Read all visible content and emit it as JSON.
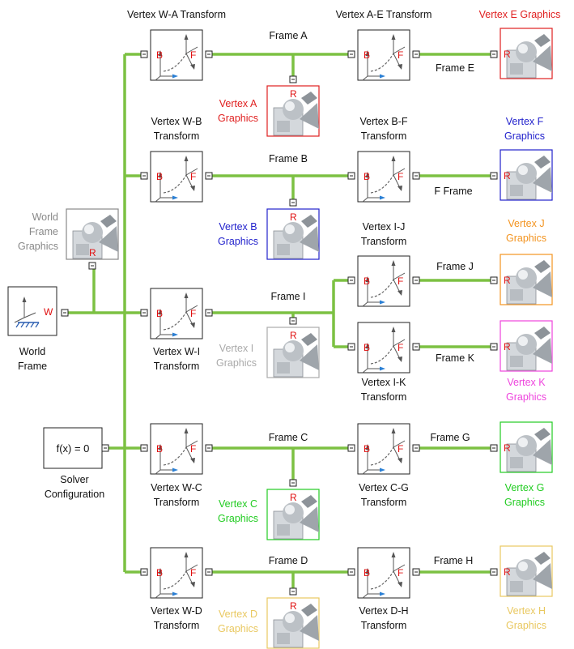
{
  "colors": {
    "wire": "#7cc142",
    "port_label": "#e01010",
    "graphics_red": "#e02020",
    "graphics_blue": "#2222cc",
    "graphics_gray": "#aaaaaa",
    "graphics_orange": "#f39420",
    "graphics_magenta": "#ee44dd",
    "graphics_green": "#22cc22",
    "graphics_yellow": "#e9c860"
  },
  "port_labels": {
    "base": "B",
    "follower": "F",
    "reference": "R",
    "world": "W"
  },
  "world_frame": {
    "label_1": "World",
    "label_2": "Frame"
  },
  "world_frame_graphics": {
    "label_1": "World",
    "label_2": "Frame",
    "label_3": "Graphics"
  },
  "solver": {
    "expression": "f(x) = 0",
    "label_1": "Solver",
    "label_2": "Configuration"
  },
  "transforms": {
    "wa": {
      "label_1": "Vertex W-A Transform",
      "label_2": ""
    },
    "ae": {
      "label_1": "Vertex A-E Transform",
      "label_2": ""
    },
    "wb": {
      "label_1": "Vertex W-B",
      "label_2": "Transform"
    },
    "bf": {
      "label_1": "Vertex B-F",
      "label_2": "Transform"
    },
    "wi": {
      "label_1": "Vertex W-I",
      "label_2": "Transform"
    },
    "ij": {
      "label_1": "Vertex I-J",
      "label_2": "Transform"
    },
    "ik": {
      "label_1": "Vertex I-K",
      "label_2": "Transform"
    },
    "wc": {
      "label_1": "Vertex W-C",
      "label_2": "Transform"
    },
    "cg": {
      "label_1": "Vertex C-G",
      "label_2": "Transform"
    },
    "wd": {
      "label_1": "Vertex W-D",
      "label_2": "Transform"
    },
    "dh": {
      "label_1": "Vertex D-H",
      "label_2": "Transform"
    }
  },
  "graphics": {
    "a": {
      "label_1": "Vertex A",
      "label_2": "Graphics"
    },
    "e": {
      "label_1": "Vertex E Graphics",
      "label_2": ""
    },
    "b": {
      "label_1": "Vertex B",
      "label_2": "Graphics"
    },
    "f": {
      "label_1": "Vertex F",
      "label_2": "Graphics"
    },
    "i": {
      "label_1": "Vertex I",
      "label_2": "Graphics"
    },
    "j": {
      "label_1": "Vertex J",
      "label_2": "Graphics"
    },
    "k": {
      "label_1": "Vertex K",
      "label_2": "Graphics"
    },
    "c": {
      "label_1": "Vertex C",
      "label_2": "Graphics"
    },
    "g": {
      "label_1": "Vertex G",
      "label_2": "Graphics"
    },
    "d": {
      "label_1": "Vertex D",
      "label_2": "Graphics"
    },
    "h": {
      "label_1": "Vertex H",
      "label_2": "Graphics"
    }
  },
  "wire_labels": {
    "frame_a": "Frame A",
    "frame_e": "Frame E",
    "frame_b": "Frame B",
    "f_frame": "F Frame",
    "frame_i": "Frame I",
    "frame_j": "Frame J",
    "frame_k": "Frame K",
    "frame_c": "Frame C",
    "frame_g": "Frame G",
    "frame_d": "Frame D",
    "frame_h": "Frame H"
  }
}
